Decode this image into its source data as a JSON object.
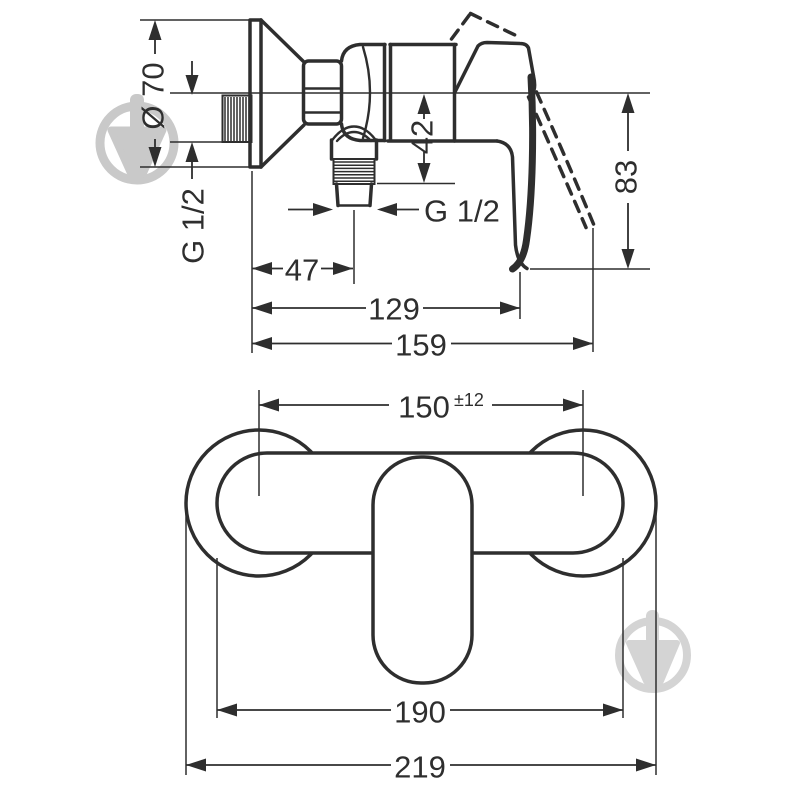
{
  "colors": {
    "line": "#2e2e2e",
    "watermark": "#cccccc",
    "background": "#ffffff"
  },
  "top_view": {
    "escutcheon_diameter": "Ø 70",
    "inlet_thread": "G 1/2",
    "outlet_drop": "42",
    "outlet_thread": "G 1/2",
    "handle_height": "83",
    "wall_to_outlet": "47",
    "depth_closed": "129",
    "depth_open": "159"
  },
  "front_view": {
    "connection_centers": "150",
    "connection_tolerance": "±12",
    "body_width": "190",
    "overall_width": "219"
  }
}
